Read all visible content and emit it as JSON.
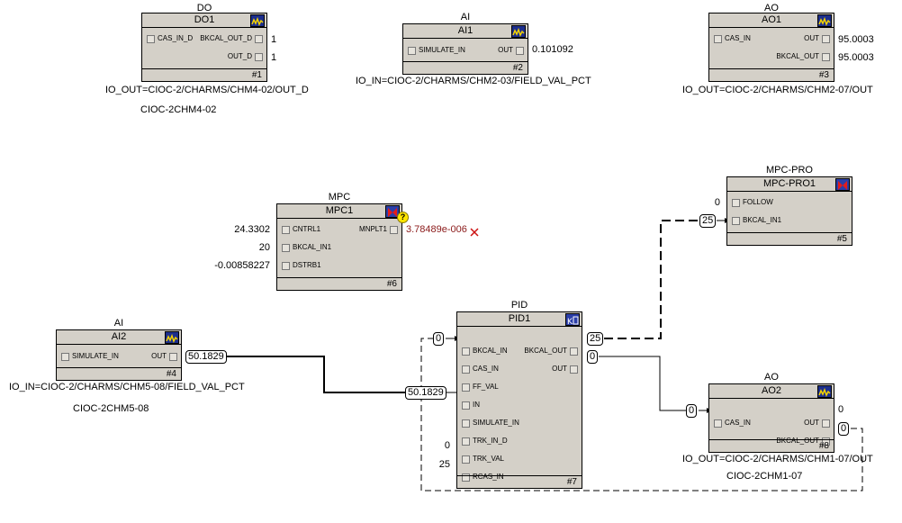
{
  "colors": {
    "block_face": "#d4d0c8",
    "icon_blue": "#1c2e8c",
    "error_red": "#cc1111",
    "warning_yellow": "#ffe600"
  },
  "blocks": {
    "do1": {
      "type": "DO",
      "name": "DO1",
      "num": "#1",
      "icon": "waveform-icon",
      "inputs": [
        "CAS_IN_D"
      ],
      "outputs": [
        "BKCAL_OUT_D",
        "OUT_D"
      ],
      "values": [
        "1",
        "1"
      ],
      "io": "IO_OUT=CIOC-2/CHARMS/CHM4-02/OUT_D",
      "dev": "CIOC-2CHM4-02"
    },
    "ai1": {
      "type": "AI",
      "name": "AI1",
      "num": "#2",
      "icon": "waveform-icon",
      "inputs": [
        "SIMULATE_IN"
      ],
      "outputs": [
        "OUT"
      ],
      "values": [
        "0.101092"
      ],
      "io": "IO_IN=CIOC-2/CHARMS/CHM2-03/FIELD_VAL_PCT"
    },
    "ao1": {
      "type": "AO",
      "name": "AO1",
      "num": "#3",
      "icon": "waveform-icon",
      "inputs": [
        "CAS_IN"
      ],
      "outputs": [
        "OUT",
        "BKCAL_OUT"
      ],
      "values": [
        "95.0003",
        "95.0003"
      ],
      "io": "IO_OUT=CIOC-2/CHARMS/CHM2-07/OUT"
    },
    "mpcpro": {
      "type": "MPC-PRO",
      "name": "MPC-PRO1",
      "num": "#5",
      "icon": "mpc-icon",
      "inputs": [
        "FOLLOW",
        "BKCAL_IN1"
      ],
      "in_values": [
        "0"
      ],
      "tags": [
        "25"
      ]
    },
    "mpc1": {
      "type": "MPC",
      "name": "MPC1",
      "num": "#6",
      "icon": "mpc-icon",
      "inputs": [
        "CNTRL1",
        "BKCAL_IN1",
        "DSTRB1"
      ],
      "outputs": [
        "MNPLT1"
      ],
      "in_values": [
        "24.3302",
        "20",
        "-0.00858227"
      ],
      "out_value": "3.78489e-006",
      "status_icon": "question-icon",
      "error_icon": "x-icon"
    },
    "ai2": {
      "type": "AI",
      "name": "AI2",
      "num": "#4",
      "icon": "waveform-icon",
      "inputs": [
        "SIMULATE_IN"
      ],
      "outputs": [
        "OUT"
      ],
      "out_tag": "50.1829",
      "io": "IO_IN=CIOC-2/CHARMS/CHM5-08/FIELD_VAL_PCT",
      "dev": "CIOC-2CHM5-08"
    },
    "pid1": {
      "type": "PID",
      "name": "PID1",
      "num": "#7",
      "icon": "pid-icon",
      "inputs": [
        "BKCAL_IN",
        "CAS_IN",
        "FF_VAL",
        "IN",
        "SIMULATE_IN",
        "TRK_IN_D",
        "TRK_VAL",
        "RCAS_IN"
      ],
      "outputs": [
        "BKCAL_OUT",
        "OUT"
      ],
      "in_tags": [
        "0",
        "50.1829"
      ],
      "in_values": [
        "0",
        "25"
      ],
      "out_tags": [
        "25",
        "0"
      ]
    },
    "ao2": {
      "type": "AO",
      "name": "AO2",
      "num": "#8",
      "icon": "waveform-icon",
      "inputs": [
        "CAS_IN"
      ],
      "outputs": [
        "OUT",
        "BKCAL_OUT"
      ],
      "in_tag": "0",
      "out_value": "0",
      "out_tag": "0",
      "io": "IO_OUT=CIOC-2/CHARMS/CHM1-07/OUT",
      "dev": "CIOC-2CHM1-07"
    }
  }
}
